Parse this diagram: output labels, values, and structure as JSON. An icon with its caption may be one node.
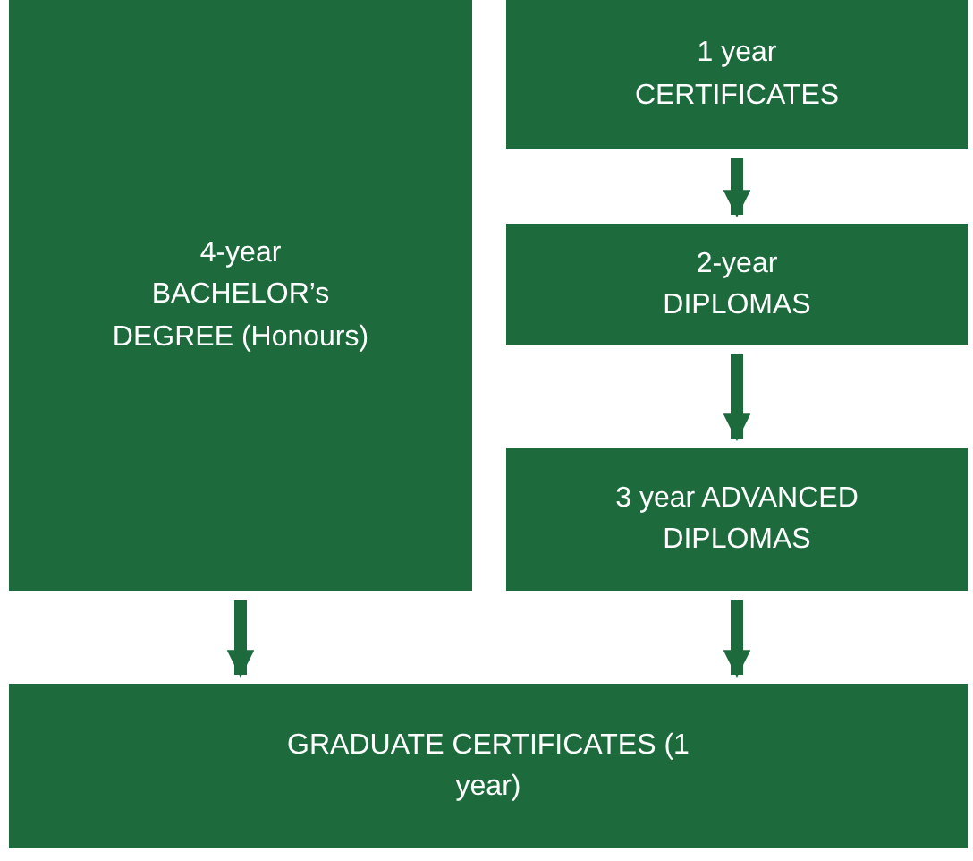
{
  "diagram": {
    "nodes": [
      {
        "text": [
          "4-year BACHELOR’s DEGREE (Honours)"
        ]
      },
      {
        "text": [
          "1 year CERTIFICATES"
        ]
      },
      {
        "text": [
          "2-year DIPLOMAS"
        ]
      },
      {
        "text": [
          "3 year ADVANCED DIPLOMAS"
        ]
      },
      {
        "text": [
          "GRADUATE CERTIFICATES (1 year)"
        ]
      }
    ],
    "edges": [
      {
        "from": 0,
        "to": 4,
        "arrow": "to"
      },
      {
        "from": 1,
        "to": 2,
        "arrow": "to"
      },
      {
        "from": 2,
        "to": 3,
        "arrow": "to"
      },
      {
        "from": 3,
        "to": 4,
        "arrow": "to"
      }
    ]
  }
}
